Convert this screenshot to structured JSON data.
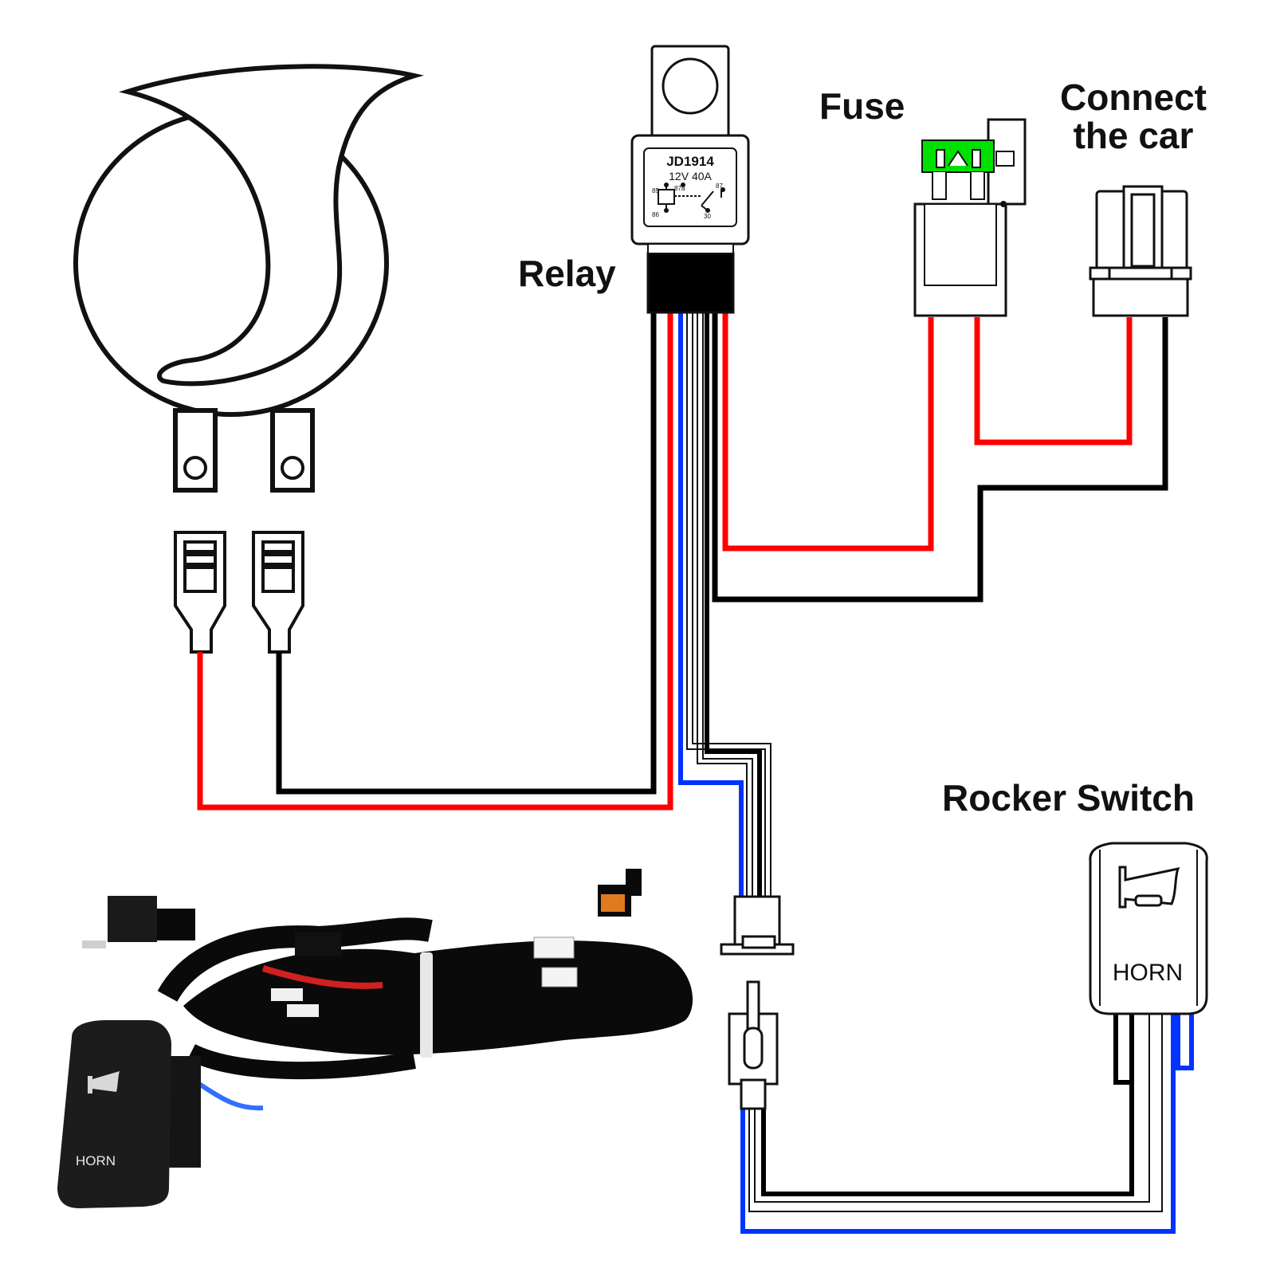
{
  "labels": {
    "relay": "Relay",
    "fuse": "Fuse",
    "connect_line1": "Connect",
    "connect_line2": "the car",
    "rocker_switch": "Rocker Switch"
  },
  "relay_face": {
    "model": "JD1914",
    "rating": "12V  40A",
    "pin_85": "85",
    "pin_87a": "87a",
    "pin_87": "87",
    "pin_86": "86",
    "pin_30": "30"
  },
  "switch_face": {
    "label": "HORN"
  },
  "photo": {
    "switch_label": "HORN"
  },
  "colors": {
    "wire_red": "#ff0000",
    "wire_black": "#000000",
    "wire_blue": "#0033ff",
    "fuse_green": "#00e000",
    "line": "#111111"
  }
}
